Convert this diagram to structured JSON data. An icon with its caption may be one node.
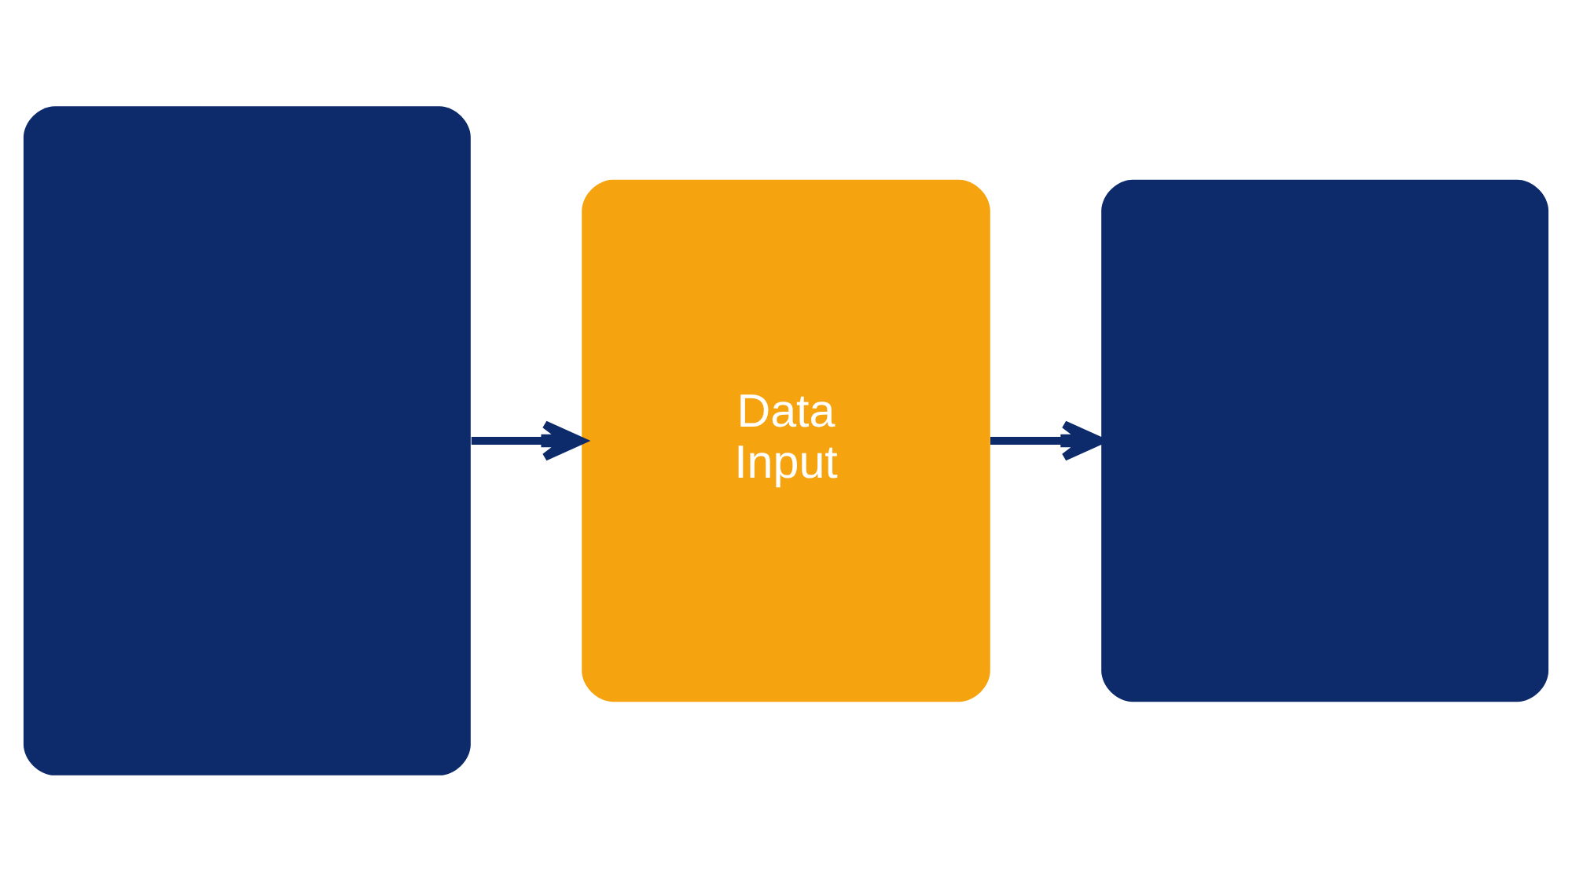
{
  "diagram": {
    "nodes": [
      {
        "text": [],
        "shape": "box"
      },
      {
        "text": [
          "Data",
          "Input"
        ]
      },
      {
        "text": [],
        "shape": "box"
      }
    ],
    "edges": [
      {
        "from": 0,
        "to": 1,
        "arrow": "to"
      },
      {
        "from": 1,
        "to": 2,
        "arrow": "to"
      }
    ]
  }
}
